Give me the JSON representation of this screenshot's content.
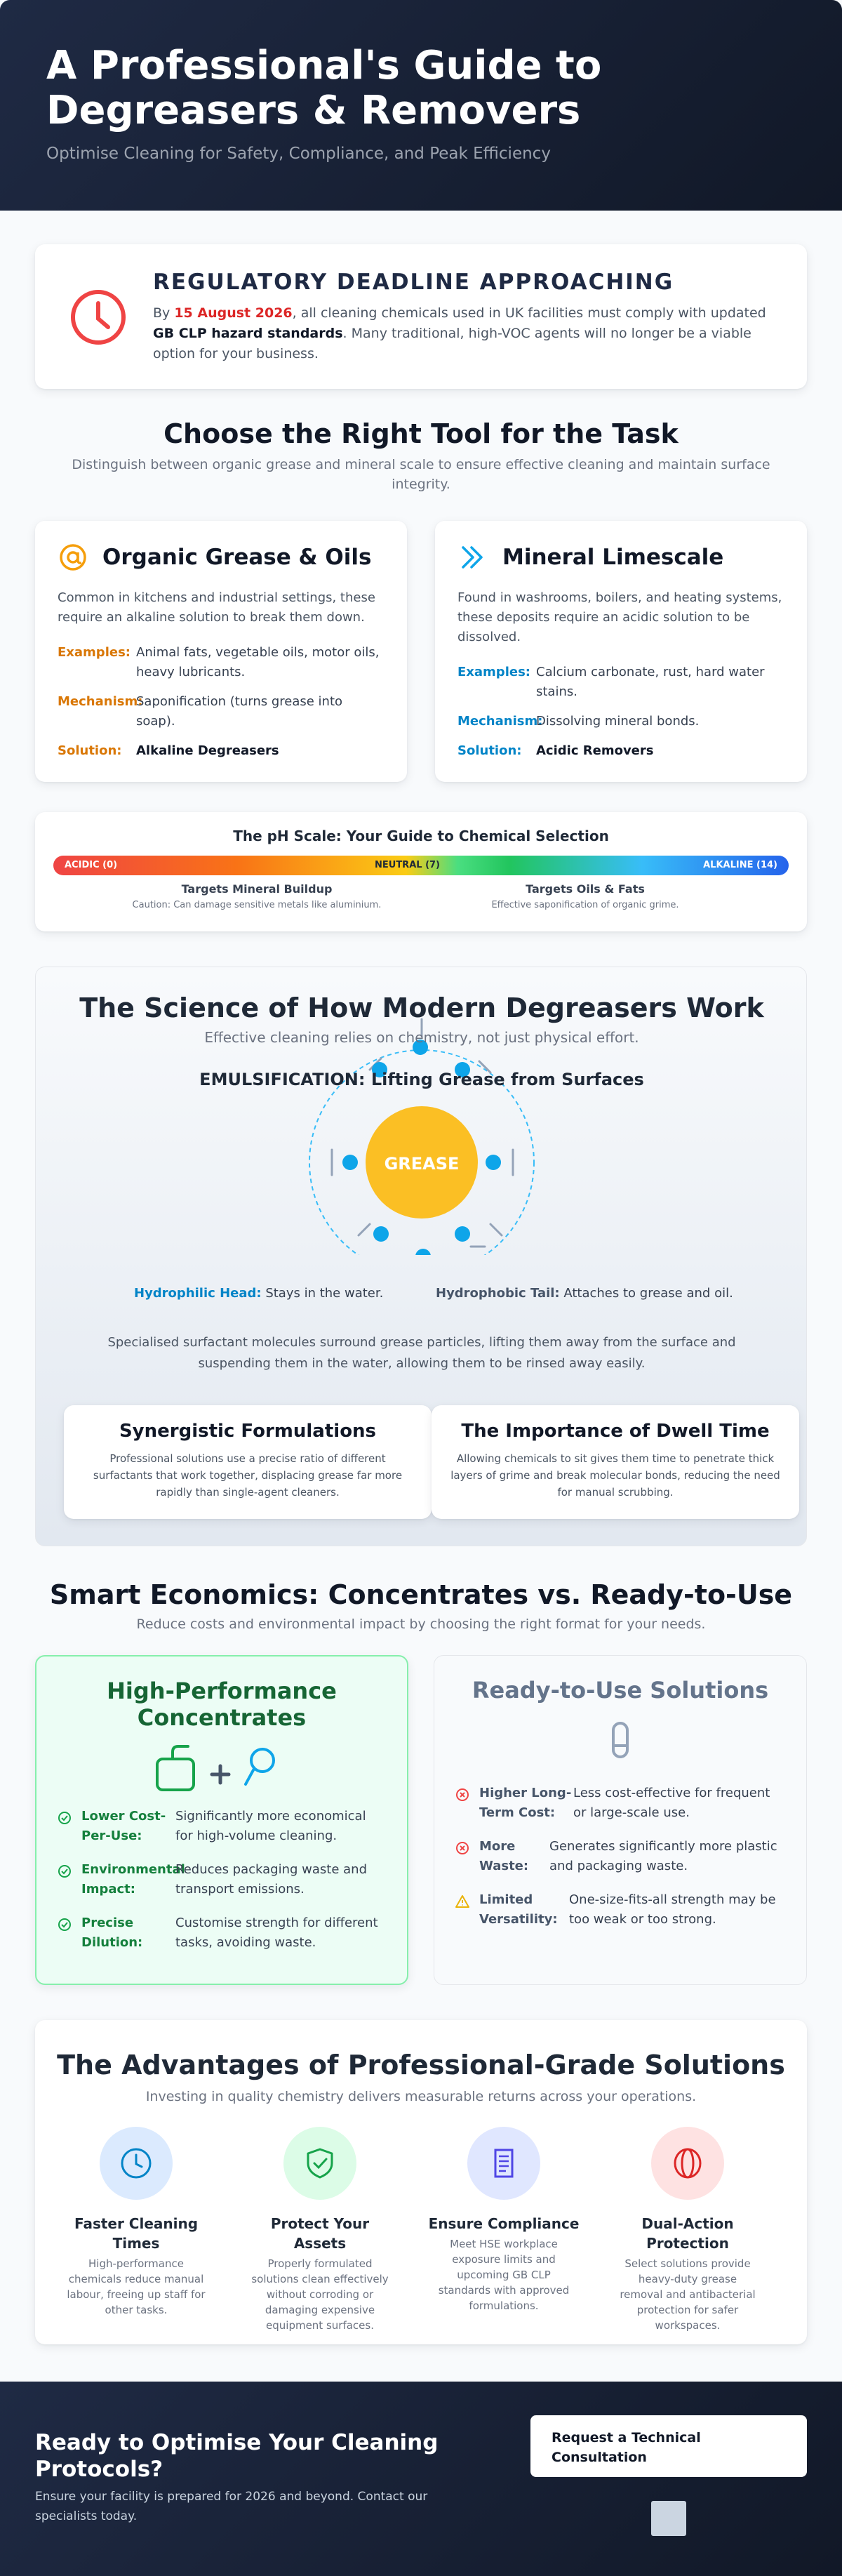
{
  "header": {
    "title": "A Professional's Guide to Degreasers & Removers",
    "subtitle": "Optimise Cleaning for Safety, Compliance, and Peak Efficiency"
  },
  "alert": {
    "title": "REGULATORY DEADLINE APPROACHING",
    "text_before": "By ",
    "date": "15 August 2026",
    "text_mid": ", all cleaning chemicals used in UK facilities must comply with updated ",
    "standard": "GB CLP hazard standards",
    "text_after": ". Many traditional, high-VOC agents will no longer be a viable option for your business.",
    "icon": "clock-icon"
  },
  "tools": {
    "title": "Choose the Right Tool for the Task",
    "subtitle": "Distinguish between organic grease and mineral scale to ensure effective cleaning and maintain surface integrity.",
    "organic": {
      "icon": "at-sign-icon",
      "title": "Organic Grease & Oils",
      "description": "Common in kitchens and industrial settings, these require an alkaline solution to break them down.",
      "examples_label": "Examples:",
      "examples": "Animal fats, vegetable oils, motor oils, heavy lubricants.",
      "mechanism_label": "Mechanism:",
      "mechanism": "Saponification (turns grease into soap).",
      "solution_label": "Solution:",
      "solution": "Alkaline Degreasers",
      "accent": "#d97706"
    },
    "mineral": {
      "icon": "double-chevron-icon",
      "title": "Mineral Limescale",
      "description": "Found in washrooms, boilers, and heating systems, these deposits require an acidic solution to be dissolved.",
      "examples_label": "Examples:",
      "examples": "Calcium carbonate, rust, hard water stains.",
      "mechanism_label": "Mechanism:",
      "mechanism": "Dissolving mineral bonds.",
      "solution_label": "Solution:",
      "solution": "Acidic Removers",
      "accent": "#0284c7"
    }
  },
  "ph": {
    "title": "The pH Scale: Your Guide to Chemical Selection",
    "left_label": "ACIDIC (0)",
    "mid_label": "NEUTRAL (7)",
    "right_label": "ALKALINE (14)",
    "acid_title": "Targets Mineral Buildup",
    "acid_note": "Caution: Can damage sensitive metals like aluminium.",
    "alk_title": "Targets Oils & Fats",
    "alk_note": "Effective saponification of organic grime."
  },
  "science": {
    "title": "The Science of How Modern Degreasers Work",
    "subtitle": "Effective cleaning relies on chemistry, not just physical effort.",
    "emulsification": "EMULSIFICATION: Lifting Grease from Surfaces",
    "grease_label": "GREASE",
    "head_label": "Hydrophilic Head:",
    "head_text": "Stays in the water.",
    "tail_label": "Hydrophobic Tail:",
    "tail_text": "Attaches to grease and oil.",
    "paragraph": "Specialised surfactant molecules surround grease particles, lifting them away from the surface and suspending them in the water, allowing them to be rinsed away easily.",
    "synergy_title": "Synergistic Formulations",
    "synergy_text": "Professional solutions use a precise ratio of different surfactants that work together, displacing grease far more rapidly than single-agent cleaners.",
    "dwell_title": "The Importance of Dwell Time",
    "dwell_text": "Allowing chemicals to sit gives them time to penetrate thick layers of grime and break molecular bonds, reducing the need for manual scrubbing."
  },
  "economics": {
    "title": "Smart Economics: Concentrates vs. Ready-to-Use",
    "subtitle": "Reduce costs and environmental impact by choosing the right format for your needs.",
    "concentrates": {
      "title": "High-Performance Concentrates",
      "items": [
        {
          "label": "Lower Cost-Per-Use:",
          "text": "Significantly more economical for high-volume cleaning."
        },
        {
          "label": "Environmental Impact:",
          "text": "Reduces packaging waste and transport emissions."
        },
        {
          "label": "Precise Dilution:",
          "text": "Customise strength for different tasks, avoiding waste."
        }
      ]
    },
    "rtu": {
      "title": "Ready-to-Use Solutions",
      "items": [
        {
          "label": "Higher Long-Term Cost:",
          "text": "Less cost-effective for frequent or large-scale use.",
          "icon": "x-circle-icon"
        },
        {
          "label": "More Waste:",
          "text": "Generates significantly more plastic and packaging waste.",
          "icon": "x-circle-icon"
        },
        {
          "label": "Limited Versatility:",
          "text": "One-size-fits-all strength may be too weak or too strong.",
          "icon": "warning-icon"
        }
      ]
    }
  },
  "advantages": {
    "title": "The Advantages of Professional-Grade Solutions",
    "subtitle": "Investing in quality chemistry delivers measurable returns across your operations.",
    "items": [
      {
        "icon": "clock-icon",
        "title": "Faster Cleaning Times",
        "text": "High-performance chemicals reduce manual labour, freeing up staff for other tasks."
      },
      {
        "icon": "shield-check-icon",
        "title": "Protect Your Assets",
        "text": "Properly formulated solutions clean effectively without corroding or damaging expensive equipment surfaces."
      },
      {
        "icon": "document-icon",
        "title": "Ensure Compliance",
        "text": "Meet HSE workplace exposure limits and upcoming GB CLP standards with approved formulations."
      },
      {
        "icon": "dual-action-icon",
        "title": "Dual-Action Protection",
        "text": "Select solutions provide heavy-duty grease removal and antibacterial protection for safer workspaces."
      }
    ]
  },
  "cta": {
    "title": "Ready to Optimise Your Cleaning Protocols?",
    "text": "Ensure your facility is prepared for 2026 and beyond. Contact our specialists today.",
    "button": "Request a Technical Consultation"
  }
}
